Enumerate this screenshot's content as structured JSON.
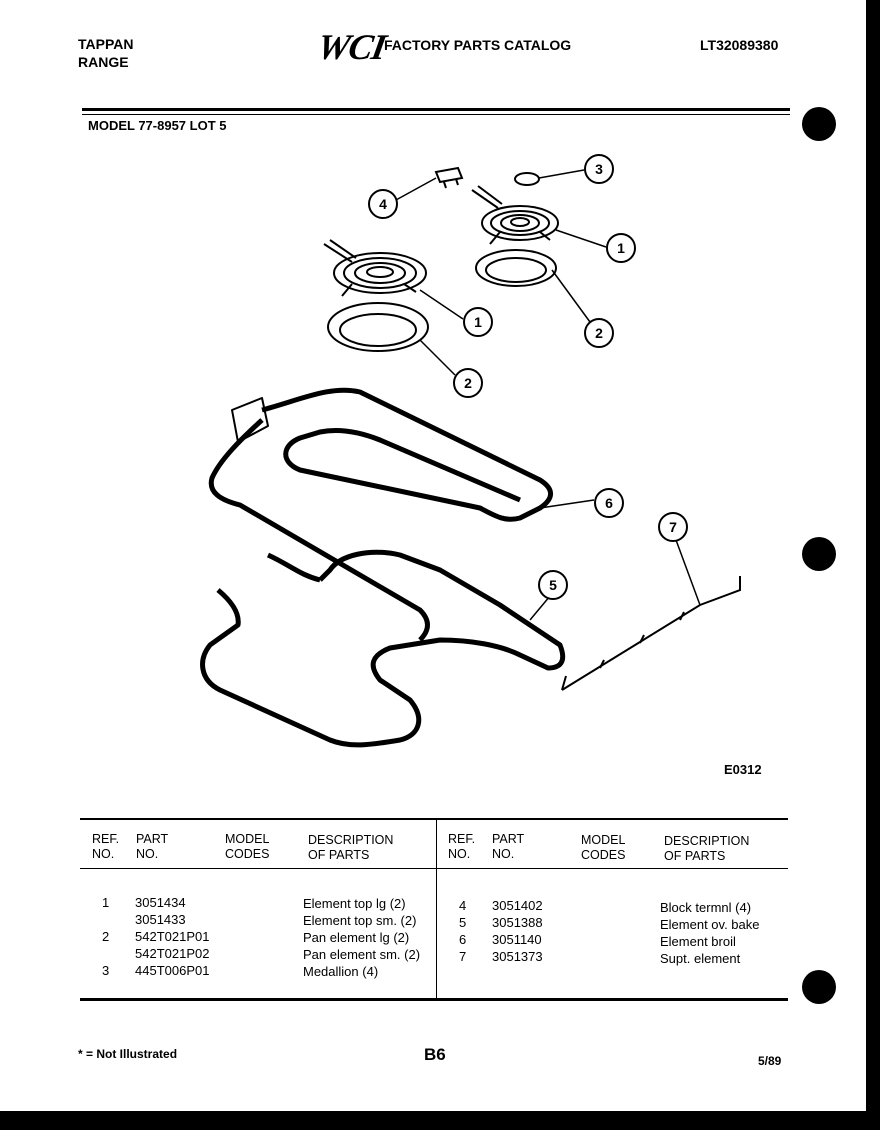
{
  "header": {
    "brand_line1": "TAPPAN",
    "brand_line2": "RANGE",
    "logo": "WCI",
    "catalog_title": "FACTORY PARTS CATALOG",
    "catalog_number": "LT32089380",
    "model_line": "MODEL 77-8957 LOT 5"
  },
  "diagram": {
    "callouts": [
      "3",
      "4",
      "1",
      "1",
      "2",
      "2",
      "6",
      "7",
      "5"
    ],
    "drawing_code": "E0312"
  },
  "table": {
    "headers_left": {
      "ref": "REF.",
      "ref2": "NO.",
      "part": "PART",
      "part2": "NO.",
      "model": "MODEL",
      "model2": "CODES",
      "desc": "DESCRIPTION",
      "desc2": "OF PARTS"
    },
    "headers_right": {
      "ref": "REF.",
      "ref2": "NO.",
      "part": "PART",
      "part2": "NO.",
      "model": "MODEL",
      "model2": "CODES",
      "desc": "DESCRIPTION",
      "desc2": "OF PARTS"
    },
    "left_rows": [
      {
        "ref": "1",
        "part": "3051434",
        "desc": "Element top lg (2)"
      },
      {
        "ref": "",
        "part": "3051433",
        "desc": "Element top sm. (2)"
      },
      {
        "ref": "2",
        "part": "542T021P01",
        "desc": "Pan element lg (2)"
      },
      {
        "ref": "",
        "part": "542T021P02",
        "desc": "Pan element sm. (2)"
      },
      {
        "ref": "3",
        "part": "445T006P01",
        "desc": "Medallion (4)"
      }
    ],
    "right_rows": [
      {
        "ref": "4",
        "part": "3051402",
        "desc": "Block termnl (4)"
      },
      {
        "ref": "5",
        "part": "3051388",
        "desc": "Element ov. bake"
      },
      {
        "ref": "6",
        "part": "3051140",
        "desc": "Element broil"
      },
      {
        "ref": "7",
        "part": "3051373",
        "desc": "Supt. element"
      }
    ]
  },
  "footer": {
    "note": "* = Not Illustrated",
    "page": "B6",
    "date": "5/89"
  }
}
